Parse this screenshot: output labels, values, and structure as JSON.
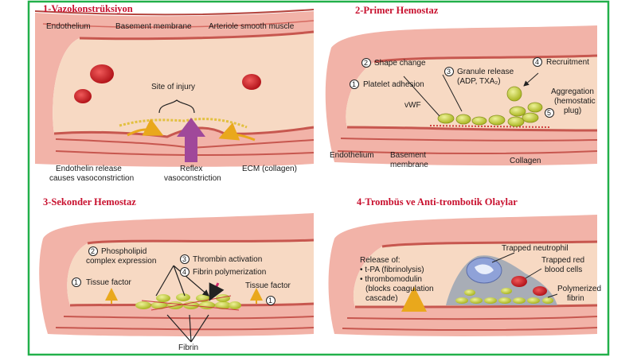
{
  "panels": {
    "p1": {
      "title": "1-Vazokonstrüksiyon",
      "labels": {
        "endothelium": "Endothelium",
        "basement": "Basement membrane",
        "smooth_muscle": "Arteriole smooth muscle",
        "site": "Site of injury",
        "endothelin_1": "Endothelin release",
        "endothelin_2": "causes vasoconstriction",
        "reflex_1": "Reflex",
        "reflex_2": "vasoconstriction",
        "ecm": "ECM (collagen)"
      }
    },
    "p2": {
      "title": "2-Primer Hemostaz",
      "steps": {
        "s1": {
          "num": "1",
          "text": "Platelet adhesion"
        },
        "s2": {
          "num": "2",
          "text": "Shape change"
        },
        "s3": {
          "num": "3",
          "text": "Granule release",
          "sub": "(ADP, TXA₂)"
        },
        "s4": {
          "num": "4",
          "text": "Recruitment"
        },
        "s5": {
          "num": "5",
          "text": "Aggregation",
          "sub1": "(hemostatic",
          "sub2": "plug)"
        }
      },
      "labels": {
        "vwf": "vWF",
        "endothelium": "Endothelium",
        "basement_1": "Basement",
        "basement_2": "membrane",
        "collagen": "Collagen"
      }
    },
    "p3": {
      "title": "3-Sekonder Hemostaz",
      "steps": {
        "s1": {
          "num": "1",
          "text": "Tissue factor"
        },
        "s1b": {
          "num": "1",
          "text": "Tissue factor"
        },
        "s2": {
          "num": "2",
          "text": "Phospholipid",
          "sub": "complex expression"
        },
        "s3": {
          "num": "3",
          "text": "Thrombin activation"
        },
        "s4": {
          "num": "4",
          "text": "Fibrin polymerization"
        }
      },
      "labels": {
        "fibrin": "Fibrin"
      }
    },
    "p4": {
      "title": "4-Trombüs ve Anti-trombotik Olaylar",
      "labels": {
        "release": "Release of:",
        "tpa": "• t-PA (fibrinolysis)",
        "thrombo": "• thrombomodulin",
        "thrombo_2": "(blocks coagulation",
        "thrombo_3": "cascade)",
        "neutrophil": "Trapped neutrophil",
        "rbc_1": "Trapped red",
        "rbc_2": "blood cells",
        "polyfibrin_1": "Polymerized",
        "polyfibrin_2": "fibrin"
      }
    }
  },
  "colors": {
    "frame": "#22b04a",
    "title": "#c8102e",
    "lumen": "#f7d9c3",
    "wall": "#e98a83",
    "muscle": "#f2b3a8",
    "rbc": "#d01f24",
    "platelet": "#c9d43a",
    "arrow": "#e9a81c",
    "reflex": "#a0489a",
    "neutrophil": "#8fa2d8"
  }
}
